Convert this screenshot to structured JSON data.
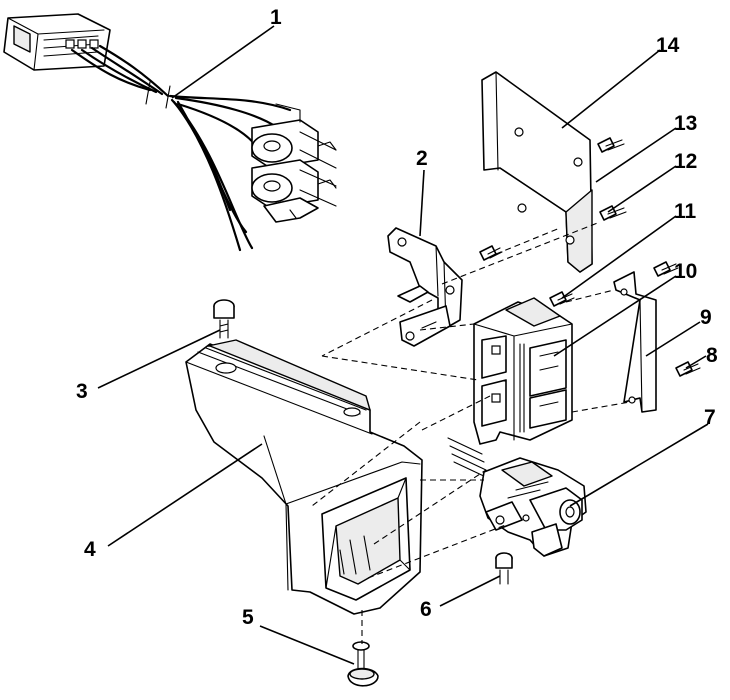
{
  "callouts": [
    {
      "id": "c1",
      "label": "1"
    },
    {
      "id": "c2",
      "label": "2"
    },
    {
      "id": "c3",
      "label": "3"
    },
    {
      "id": "c4",
      "label": "4"
    },
    {
      "id": "c5",
      "label": "5"
    },
    {
      "id": "c6",
      "label": "6"
    },
    {
      "id": "c7",
      "label": "7"
    },
    {
      "id": "c8",
      "label": "8"
    },
    {
      "id": "c9",
      "label": "9"
    },
    {
      "id": "c10",
      "label": "10"
    },
    {
      "id": "c11",
      "label": "11"
    },
    {
      "id": "c12",
      "label": "12"
    },
    {
      "id": "c13",
      "label": "13"
    },
    {
      "id": "c14",
      "label": "14"
    }
  ],
  "parts": [
    {
      "callout": "1",
      "icon": "wiring-harness-icon"
    },
    {
      "callout": "2",
      "icon": "bracket-icon"
    },
    {
      "callout": "3",
      "icon": "screw-icon"
    },
    {
      "callout": "4",
      "icon": "housing-icon"
    },
    {
      "callout": "5",
      "icon": "knob-icon"
    },
    {
      "callout": "6",
      "icon": "screw-icon"
    },
    {
      "callout": "7",
      "icon": "switch-assembly-icon"
    },
    {
      "callout": "8",
      "icon": "screw-icon"
    },
    {
      "callout": "9",
      "icon": "plate-icon"
    },
    {
      "callout": "10",
      "icon": "switch-block-icon"
    },
    {
      "callout": "11",
      "icon": "screw-icon"
    },
    {
      "callout": "12",
      "icon": "screw-icon"
    },
    {
      "callout": "13",
      "icon": "screw-icon"
    },
    {
      "callout": "14",
      "icon": "mounting-bracket-icon"
    }
  ]
}
